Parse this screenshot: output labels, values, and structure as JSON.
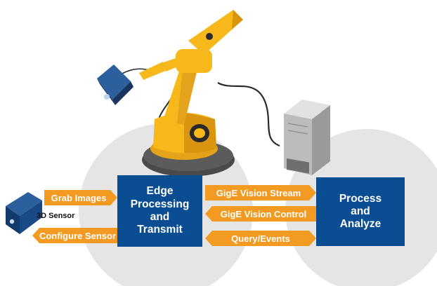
{
  "boxes": {
    "edge": {
      "lines": [
        "Edge",
        "Processing",
        "and",
        "Transmit"
      ]
    },
    "process": {
      "lines": [
        "Process",
        "and",
        "Analyze"
      ]
    }
  },
  "arrows": {
    "grab": "Grab Images",
    "configure": "Configure Sensor",
    "stream": "GigE Vision Stream",
    "control": "GigE Vision Control",
    "query": "Query/Events"
  },
  "sensor_label": "3D Sensor",
  "colors": {
    "box_blue": "#0b4d93",
    "arrow_orange": "#f39a22",
    "robot_yellow": "#f6b81a",
    "circle_gray": "#e4e4e4"
  },
  "icons": [
    "robot-arm-icon",
    "camera-icon",
    "server-tower-icon",
    "3d-sensor-icon"
  ]
}
